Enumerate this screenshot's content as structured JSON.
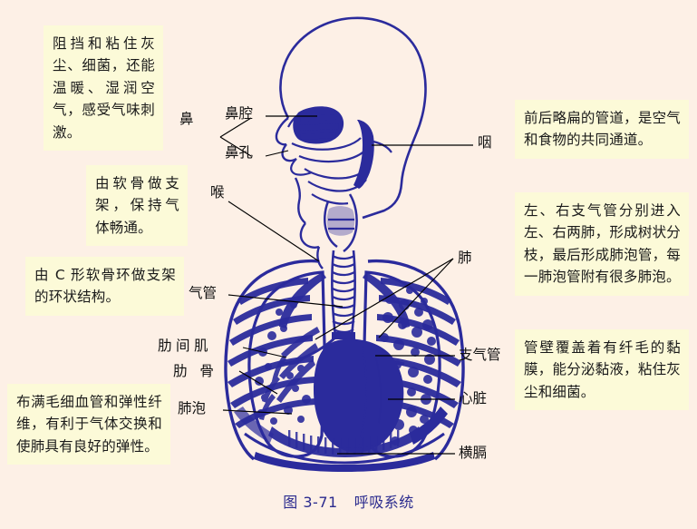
{
  "figure": {
    "caption_number": "图 3-71",
    "caption_title": "呼吸系统",
    "caption_color": "#2a2a8e",
    "background_color": "#fdf0e6",
    "note_background_color": "#fcfad8",
    "anatomy_ink_color": "#2b2b9c"
  },
  "notes": {
    "left": [
      {
        "id": "nose-function",
        "text": "阻挡和粘住灰尘、细菌，还能温暖、湿润空气，感受气味刺激。"
      },
      {
        "id": "larynx-function",
        "text": "由软骨做支架，保持气体畅通。"
      },
      {
        "id": "trachea-structure",
        "text": "由 C 形软骨环做支架的环状结构。"
      },
      {
        "id": "alveolus-function",
        "text": "布满毛细血管和弹性纤维，有利于气体交换和使肺具有良好的弹性。"
      }
    ],
    "right": [
      {
        "id": "pharynx-function",
        "text": "前后略扁的管道，是空气和食物的共同通道。"
      },
      {
        "id": "bronchus-branching",
        "text": "左、右支气管分别进入左、右两肺，形成树状分枝，最后形成肺泡管，每一肺泡管附有很多肺泡。"
      },
      {
        "id": "mucous-membrane",
        "text": "管壁覆盖着有纤毛的黏膜，能分泌黏液，粘住灰尘和细菌。"
      }
    ]
  },
  "labels": {
    "nose": "鼻",
    "nasal_cavity": "鼻腔",
    "nostril": "鼻孔",
    "larynx": "喉",
    "pharynx": "咽",
    "trachea": "气管",
    "intercostal_muscle": "肋间肌",
    "rib": "肋 骨",
    "alveolus": "肺泡",
    "lung": "肺",
    "bronchus": "支气管",
    "heart": "心脏",
    "diaphragm": "横膈"
  }
}
